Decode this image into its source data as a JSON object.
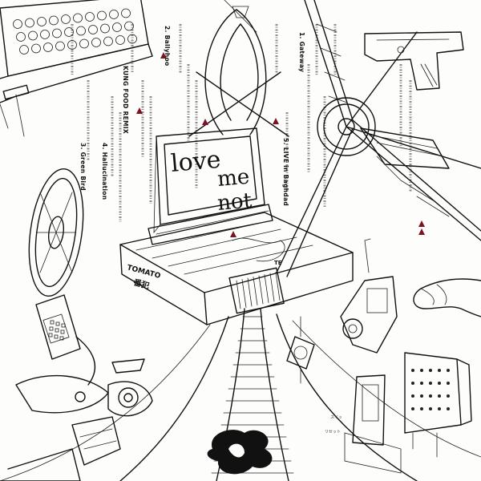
{
  "screen_text": {
    "line1": "love",
    "line2": "me",
    "line3": "not"
  },
  "tracklist": [
    {
      "label": "1. Gateway"
    },
    {
      "label": "2. Ballyhoo"
    },
    {
      "label": "KUNG FOOD REMIX"
    },
    {
      "label": "5. LIVE in Baghdad"
    },
    {
      "label": "4. Hallucination"
    },
    {
      "label": "3. Green Bird"
    }
  ],
  "device_label": "TOMATO",
  "kanji_label": "番犯",
  "side_label": "TE",
  "colors": {
    "ink": "#111111",
    "paper": "#fdfdfb",
    "tag": "#7a1420"
  },
  "icons": [
    "typewriter-icon",
    "pistol-icon",
    "satellite-icon",
    "tape-reel-icon",
    "walkie-talkie-icon",
    "robot-bird-icon",
    "hand-icon",
    "battery-pack-icon",
    "handheld-scanner-icon",
    "splat-logo-icon"
  ]
}
